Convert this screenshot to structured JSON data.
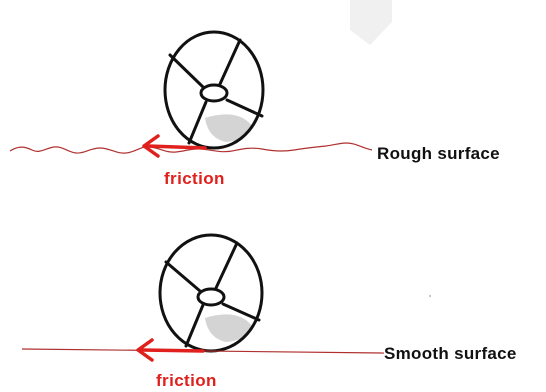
{
  "diagram": {
    "panels": [
      {
        "surface_label": "Rough surface",
        "force_label": "friction"
      },
      {
        "surface_label": "Smooth surface",
        "force_label": "friction"
      }
    ],
    "colors": {
      "surface_line": "#b03030",
      "friction": "#e0201c",
      "wheel_stroke": "#111111",
      "wheel_shadow": "#cfcfcf",
      "watermark": "#f0f0f0"
    }
  }
}
